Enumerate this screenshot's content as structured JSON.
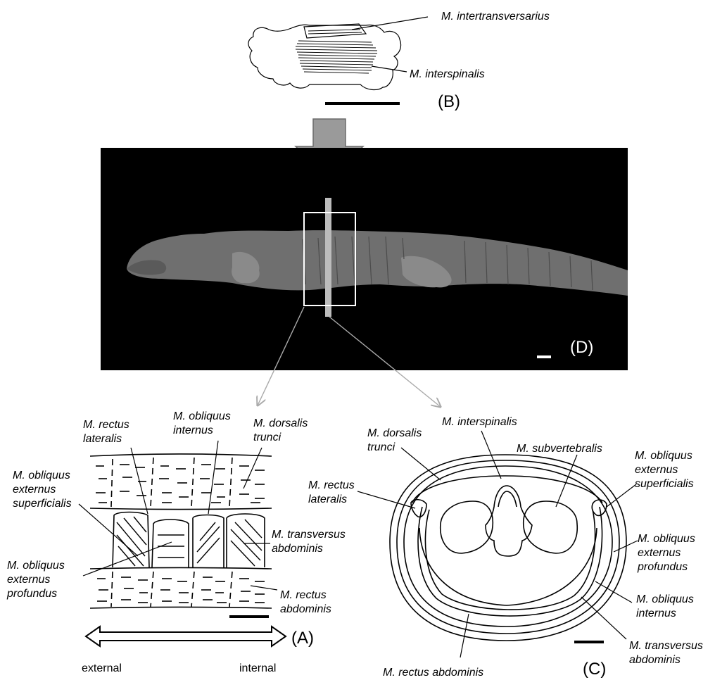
{
  "panels": {
    "a": "(A)",
    "b": "(B)",
    "c": "(C)",
    "d": "(D)"
  },
  "panel_b": {
    "intertransversarius": "M. intertransversarius",
    "interspinalis": "M. interspinalis"
  },
  "panel_a": {
    "rectus_lateralis": [
      "M. rectus",
      "lateralis"
    ],
    "obliquus_internus": [
      "M. obliquus",
      "internus"
    ],
    "dorsalis_trunci": [
      "M. dorsalis",
      "trunci"
    ],
    "obliquus_externus_superficialis": [
      "M. obliquus",
      "externus",
      "superficialis"
    ],
    "transversus_abdominis": [
      "M. transversus",
      "abdominis"
    ],
    "obliquus_externus_profundus": [
      "M. obliquus",
      "externus",
      "profundus"
    ],
    "rectus_abdominis": [
      "M. rectus",
      "abdominis"
    ],
    "external": "external",
    "internal": "internal"
  },
  "panel_c": {
    "dorsalis_trunci": [
      "M. dorsalis",
      "trunci"
    ],
    "interspinalis": "M. interspinalis",
    "subvertebralis": "M. subvertebralis",
    "obliquus_externus_superficialis": [
      "M. obliquus",
      "externus",
      "superficialis"
    ],
    "rectus_lateralis": [
      "M. rectus",
      "lateralis"
    ],
    "obliquus_externus_profundus": [
      "M. obliquus",
      "externus",
      "profundus"
    ],
    "obliquus_internus": [
      "M. obliquus",
      "internus"
    ],
    "transversus_abdominis": [
      "M. transversus",
      "abdominis"
    ],
    "rectus_abdominis": "M. rectus abdominis"
  },
  "colors": {
    "photo_background": "#000000",
    "arrow_fill": "#9a9a9a",
    "section_bar": "#bcbcbc",
    "leader_grey": "#aaaaaa"
  }
}
